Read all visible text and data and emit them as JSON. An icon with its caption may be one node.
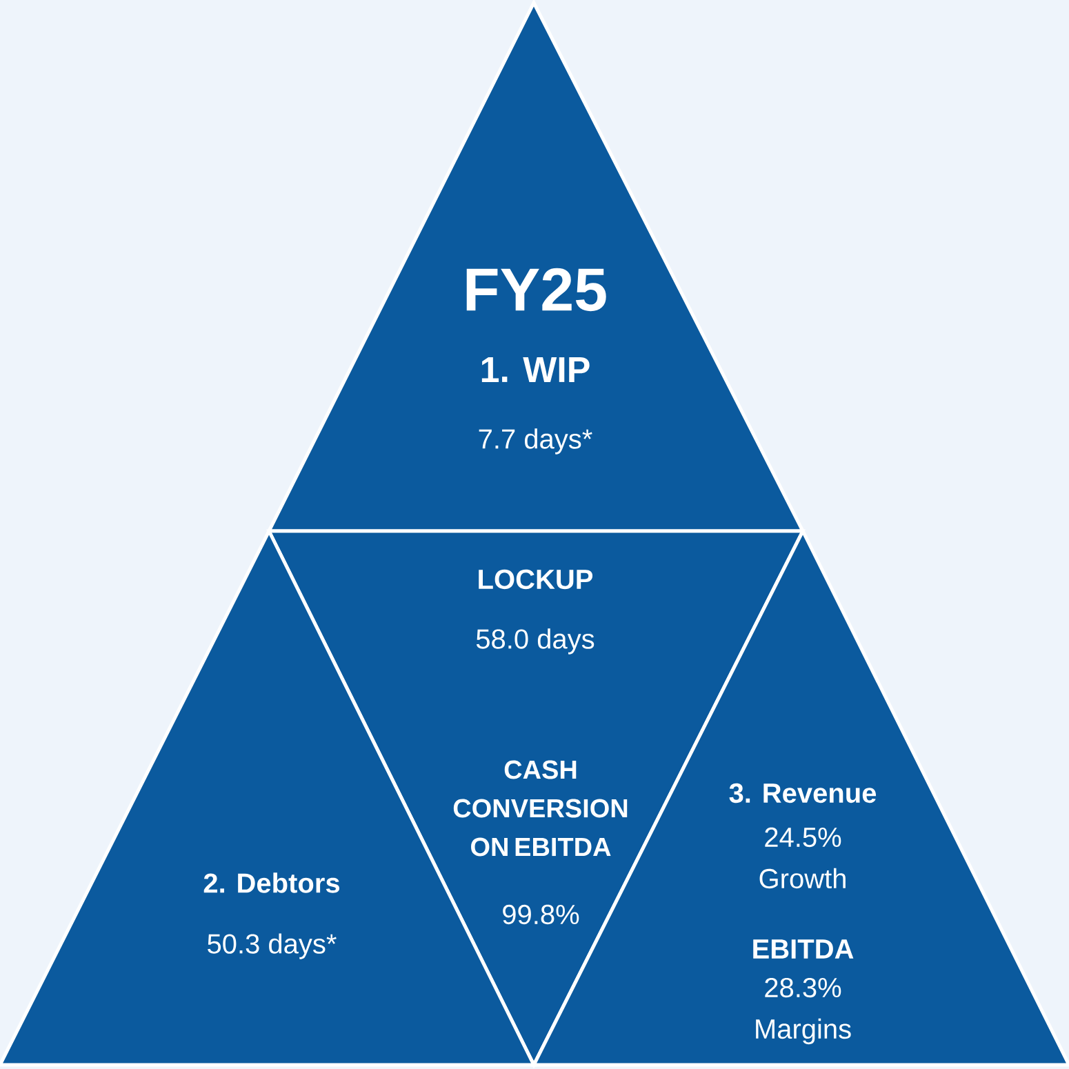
{
  "diagram": {
    "nodes": [
      {
        "text": [
          "FY25",
          "1. WIP",
          "7.7 days*"
        ]
      },
      {
        "text": [
          "LOCKUP",
          "58.0 days",
          "CASH CONVERSION ON EBITDA",
          "99.8%"
        ]
      },
      {
        "text": [
          "2. Debtors",
          "50.3 days*"
        ]
      },
      {
        "text": [
          "3. Revenue",
          "24.5% Growth",
          "EBITDA",
          "28.3% Margins"
        ]
      }
    ]
  }
}
